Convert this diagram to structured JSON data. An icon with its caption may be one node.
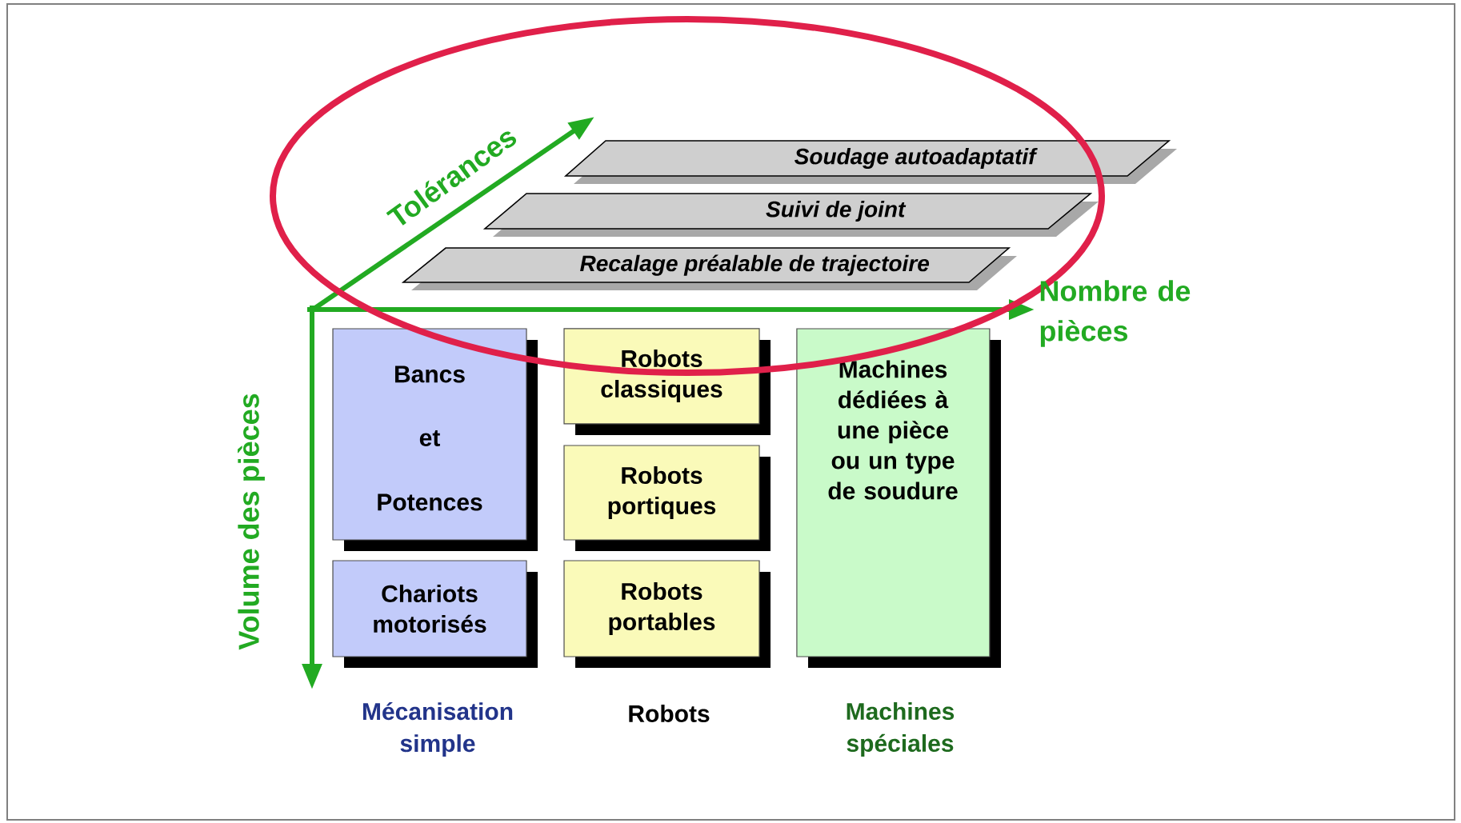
{
  "diagram": {
    "nodes": [
      {
        "text": [
          "Soudage autoadaptatif"
        ]
      },
      {
        "text": [
          "Suivi de joint"
        ]
      },
      {
        "text": [
          "Recalage préalable de trajectoire"
        ]
      },
      {
        "text": [
          "Bancs",
          "et",
          "Potences"
        ]
      },
      {
        "text": [
          "Chariots motorisés"
        ]
      },
      {
        "text": [
          "Robots classiques"
        ]
      },
      {
        "text": [
          "Robots portiques"
        ]
      },
      {
        "text": [
          "Robots portables"
        ]
      },
      {
        "text": [
          "Machines dédiées à une pièce ou un type de soudure"
        ]
      }
    ],
    "labels": [
      "Tolérances",
      "Nombre de pièces",
      "Volume des pièces",
      "Mécanisation simple",
      "Robots",
      "Machines spéciales"
    ]
  }
}
